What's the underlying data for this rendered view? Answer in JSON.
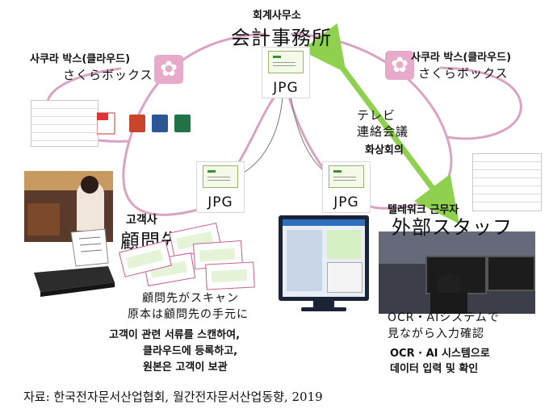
{
  "nodes": {
    "office": {
      "korean": "회계사무소",
      "japanese": "会計事務所"
    },
    "cloud_left": {
      "korean": "사쿠라 박스(클라우드)",
      "japanese": "さくらボックス"
    },
    "cloud_right": {
      "korean": "사쿠라 박스(클라우드)",
      "japanese": "さくらボックス"
    },
    "client": {
      "korean": "고객사",
      "japanese": "顧問先"
    },
    "staff": {
      "korean": "텔레워크 근무자",
      "japanese": "外部スタッフ"
    }
  },
  "files": {
    "top": "JPG",
    "left": "JPG",
    "right": "JPG"
  },
  "video_conference": {
    "japanese_line1": "テレビ",
    "japanese_line2": "連絡会議",
    "korean": "화상회의"
  },
  "client_note": {
    "japanese_line1": "顧問先がスキャン",
    "japanese_line2": "原本は顧問先の手元に",
    "korean_line1": "고객이 관련 서류를 스캔하여,",
    "korean_line2": "클라우드에 등록하고,",
    "korean_line3": "원본은 고객이 보관"
  },
  "staff_note": {
    "japanese_line1": "OCR・AIシステムで",
    "japanese_line2": "見ながら入力確認",
    "korean_line1": "OCR · AI 시스템으로",
    "korean_line2": "데이터 입력 및 확인"
  },
  "caption": "자료: 한국전자문서산업협회, 월간전자문서산업동향, 2019",
  "colors": {
    "loop": "#d9a3c4",
    "arrow": "#8fd14f",
    "flower": "#e8aac9"
  }
}
